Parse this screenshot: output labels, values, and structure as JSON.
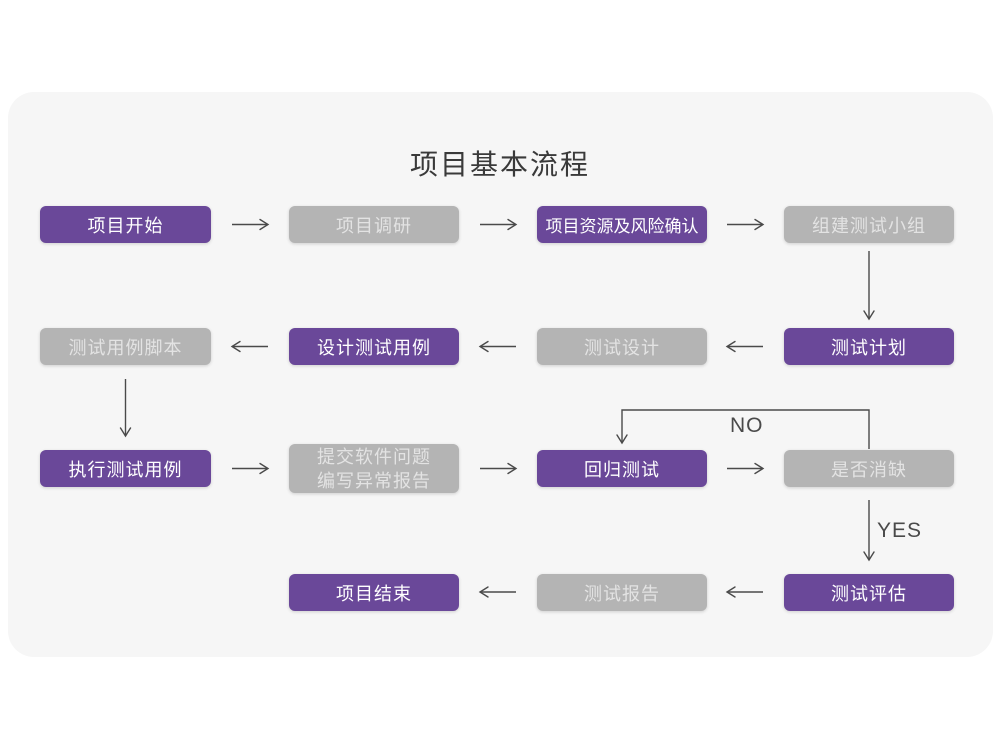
{
  "title": "项目基本流程",
  "colors": {
    "purple": "#6A4899",
    "gray": "#B4B4B4",
    "card": "#F6F6F6",
    "arrow": "#4A4A4A",
    "purple_text": "#FFFFFF",
    "gray_text": "#E3E3E3",
    "title_text": "#3A3A3A"
  },
  "nodes": {
    "project_start": {
      "label": "项目开始",
      "type": "purple"
    },
    "project_research": {
      "label": "项目调研",
      "type": "gray"
    },
    "resource_risk": {
      "label": "项目资源及风险确认",
      "type": "purple"
    },
    "build_team": {
      "label": "组建测试小组",
      "type": "gray"
    },
    "test_plan": {
      "label": "测试计划",
      "type": "purple"
    },
    "test_design": {
      "label": "测试设计",
      "type": "gray"
    },
    "design_cases": {
      "label": "设计测试用例",
      "type": "purple"
    },
    "case_script": {
      "label": "测试用例脚本",
      "type": "gray"
    },
    "execute_cases": {
      "label": "执行测试用例",
      "type": "purple"
    },
    "submit_issues": {
      "label_line1": "提交软件问题",
      "label_line2": "编写异常报告",
      "type": "gray"
    },
    "regression_test": {
      "label": "回归测试",
      "type": "purple"
    },
    "defect_cleared": {
      "label": "是否消缺",
      "type": "gray"
    },
    "test_evaluate": {
      "label": "测试评估",
      "type": "purple"
    },
    "test_report": {
      "label": "测试报告",
      "type": "gray"
    },
    "project_end": {
      "label": "项目结束",
      "type": "purple"
    }
  },
  "edge_labels": {
    "no": "NO",
    "yes": "YES"
  }
}
